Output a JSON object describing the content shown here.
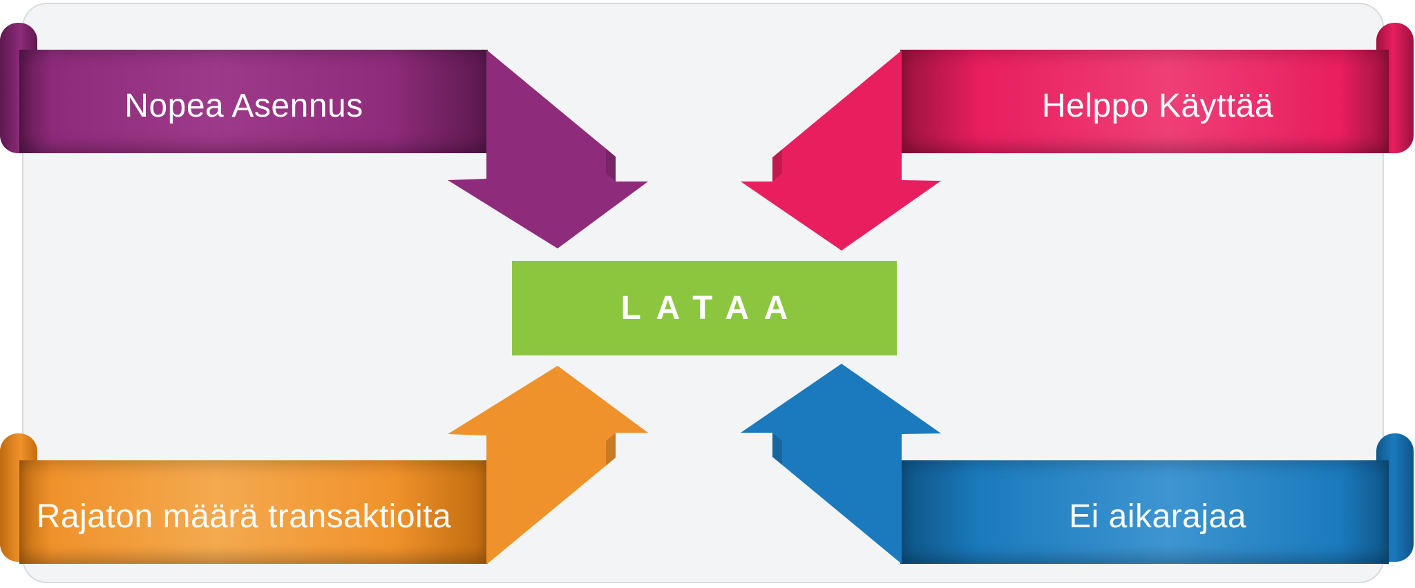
{
  "background": {
    "page": "#ffffff",
    "card": "#f3f4f6",
    "card_border": "#d9dadc"
  },
  "ribbons": [
    {
      "id": "top-left",
      "label": "Nopea Asennus",
      "color": {
        "main": "#8e2b7a",
        "light": "#9d3a89",
        "dark": "#5e1950"
      }
    },
    {
      "id": "top-right",
      "label": "Helppo Käyttää",
      "color": {
        "main": "#e81e5f",
        "light": "#ef3f77",
        "dark": "#9e1340"
      }
    },
    {
      "id": "bottom-left",
      "label": "Rajaton määrä transaktioita",
      "color": {
        "main": "#f0922b",
        "light": "#f4a94f",
        "dark": "#c06c10"
      }
    },
    {
      "id": "bottom-right",
      "label": "Ei aikarajaa",
      "color": {
        "main": "#1b7abd",
        "light": "#3e95d1",
        "dark": "#0f5688"
      }
    }
  ],
  "cta": {
    "label": "LATAA",
    "color": "#8bc63e",
    "text_color": "#ffffff"
  }
}
